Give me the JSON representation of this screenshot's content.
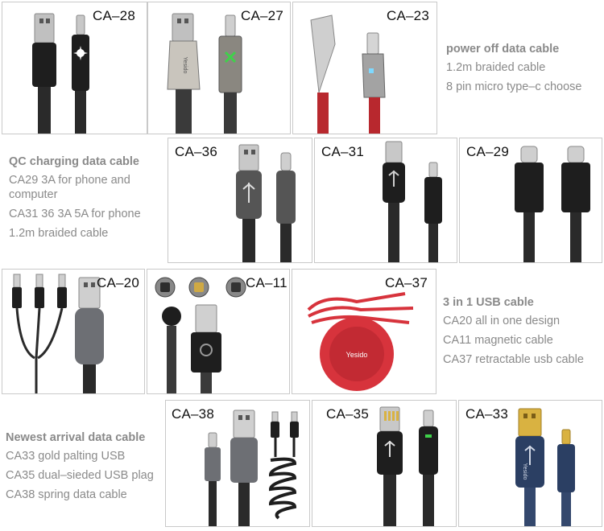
{
  "tiles": {
    "ca28": "CA–28",
    "ca27": "CA–27",
    "ca23": "CA–23",
    "ca36": "CA–36",
    "ca31": "CA–31",
    "ca29": "CA–29",
    "ca20": "CA–20",
    "ca11": "CA–11",
    "ca37": "CA–37",
    "ca38": "CA–38",
    "ca35": "CA–35",
    "ca33": "CA–33"
  },
  "sections": {
    "power_off": {
      "heading": "power off data cable",
      "lines": [
        "1.2m braided cable",
        "8 pin micro type–c choose"
      ]
    },
    "qc_charging": {
      "heading": "QC charging data cable",
      "lines": [
        "CA29 3A for phone and computer",
        "CA31 36   3A 5A for phone",
        "1.2m braided cable"
      ]
    },
    "three_in_one": {
      "heading": "3 in 1 USB cable",
      "lines": [
        "CA20 all in one design",
        "CA11 magnetic cable",
        "CA37 retractable usb cable"
      ]
    },
    "newest": {
      "heading": "Newest arrival data cable",
      "lines": [
        "CA33 gold palting USB",
        "CA35 dual–sieded USB plag",
        "CA38 spring data cable"
      ]
    }
  },
  "brand_mark": "Yesido",
  "colors": {
    "cable_black": "#1e1e1e",
    "braid_red": "#b8282e",
    "reel_red": "#d7333c",
    "denim_blue": "#2b3f63",
    "gold": "#d9b241",
    "gunmetal": "#5d5f63",
    "tile_border": "#c9c9c9",
    "caption_gray": "#8a8a8a"
  }
}
